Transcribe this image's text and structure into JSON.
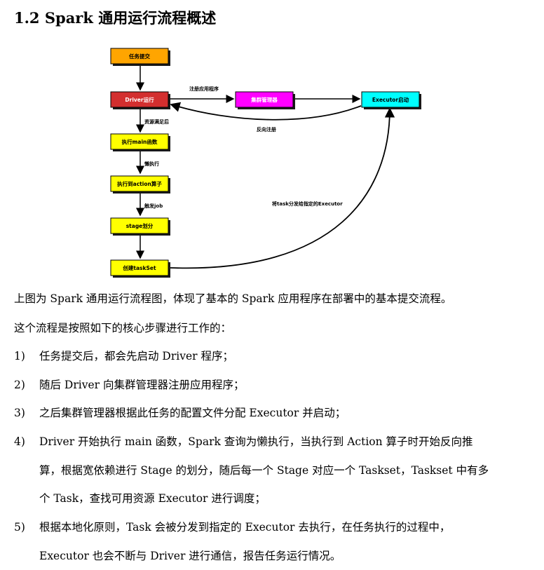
{
  "heading": "1.2 Spark 通用运行流程概述",
  "diagram": {
    "nodes": [
      {
        "id": "submit",
        "label": "任务提交",
        "fill": "#FFA500"
      },
      {
        "id": "driver",
        "label": "Driver运行",
        "fill": "#D32F2F"
      },
      {
        "id": "cluster",
        "label": "集群管理器",
        "fill": "#FF00FF"
      },
      {
        "id": "executor",
        "label": "Executor启动",
        "fill": "#00FFFF"
      },
      {
        "id": "main",
        "label": "执行main函数",
        "fill": "#FFFF00"
      },
      {
        "id": "action",
        "label": "执行到action算子",
        "fill": "#FFFF00"
      },
      {
        "id": "stage",
        "label": "stage划分",
        "fill": "#FFFF00"
      },
      {
        "id": "taskset",
        "label": "创建taskSet",
        "fill": "#FFFF00"
      }
    ],
    "edges": {
      "register": "注册应用程序",
      "reverse": "反向注册",
      "resources": "资源满足后",
      "lazy": "懒执行",
      "trigger": "触发job",
      "dispatch": "将task分发给指定的Executor"
    }
  },
  "paragraphs": {
    "p1": "上图为 Spark 通用运行流程图，体现了基本的 Spark 应用程序在部署中的基本提交流程。",
    "p2": "这个流程是按照如下的核心步骤进行工作的："
  },
  "steps": [
    {
      "num": "1)",
      "lines": [
        "任务提交后，都会先启动 Driver 程序；"
      ]
    },
    {
      "num": "2)",
      "lines": [
        "随后 Driver 向集群管理器注册应用程序；"
      ]
    },
    {
      "num": "3)",
      "lines": [
        "之后集群管理器根据此任务的配置文件分配 Executor 并启动；"
      ]
    },
    {
      "num": "4)",
      "lines": [
        "Driver 开始执行 main 函数，Spark 查询为懒执行，当执行到 Action 算子时开始反向推",
        "算，根据宽依赖进行 Stage 的划分，随后每一个 Stage 对应一个 Taskset，Taskset 中有多",
        "个 Task，查找可用资源 Executor 进行调度；"
      ]
    },
    {
      "num": "5)",
      "lines": [
        "根据本地化原则，Task 会被分发到指定的 Executor 去执行，在任务执行的过程中，",
        "Executor 也会不断与 Driver 进行通信，报告任务运行情况。"
      ]
    }
  ]
}
